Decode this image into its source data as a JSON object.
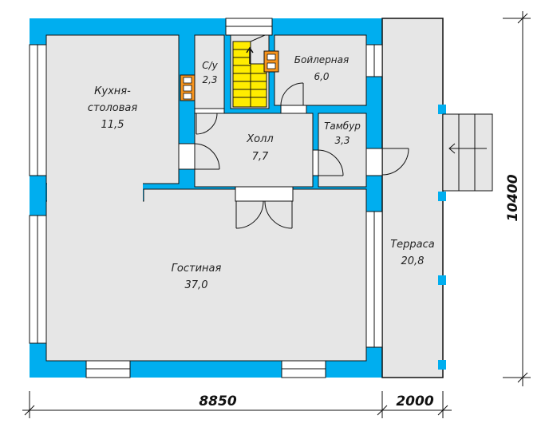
{
  "rooms": {
    "kitchen": {
      "name_line1": "Кухня-",
      "name_line2": "столовая",
      "area": "11,5"
    },
    "wc": {
      "name": "С/у",
      "area": "2,3"
    },
    "boiler": {
      "name": "Бойлерная",
      "area": "6,0"
    },
    "hall": {
      "name": "Холл",
      "area": "7,7"
    },
    "vestibule": {
      "name": "Тамбур",
      "area": "3,3"
    },
    "living": {
      "name": "Гостиная",
      "area": "37,0"
    },
    "terrace": {
      "name": "Терраса",
      "area": "20,8"
    }
  },
  "dimensions": {
    "width_main": "8850",
    "width_terrace": "2000",
    "height": "10400"
  },
  "colors": {
    "wall": "#00aeef",
    "floor": "#e6e6e6",
    "stairs": "#ffec00",
    "appliance": "#f7941d",
    "line": "#111111"
  }
}
